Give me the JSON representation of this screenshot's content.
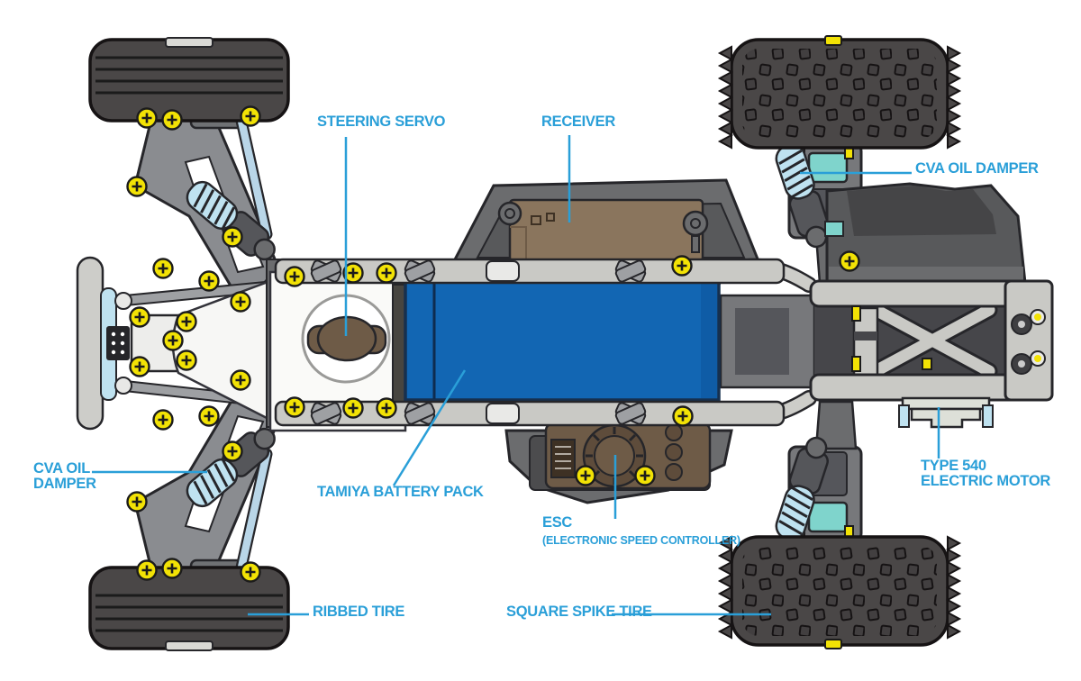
{
  "colors": {
    "label_blue": "#2A9FD8",
    "battery_blue": "#1266B3",
    "tire_gray": "#4A4747",
    "suspension_gray": "#8A8C90",
    "rail_gray": "#C9C9C5",
    "damper_spring_blue": "#BFE2F0",
    "tie_rod_blue": "#B9D6E8",
    "screw_yellow": "#F2E205",
    "receiver_brown": "#8A755D",
    "esc_brown": "#6E5B47",
    "servo_horn_brown": "#6E5B47",
    "teal_accent": "#7FD4CC",
    "background": "#FFFFFF"
  },
  "labels": {
    "steering_servo": {
      "text": "STEERING SERVO"
    },
    "receiver": {
      "text": "RECEIVER"
    },
    "cva_oil_damper_right": {
      "text": "CVA OIL DAMPER"
    },
    "cva_oil_damper_left": {
      "line1": "CVA OIL",
      "line2": "DAMPER"
    },
    "tamiya_battery_pack": {
      "text": "TAMIYA BATTERY PACK"
    },
    "esc": {
      "title": "ESC",
      "subtitle": "(ELECTRONIC SPEED CONTROLLER)"
    },
    "type_540_electric_motor": {
      "line1": "TYPE 540",
      "line2": "ELECTRIC MOTOR"
    },
    "ribbed_tire": {
      "text": "RIBBED TIRE"
    },
    "square_spike_tire": {
      "text": "SQUARE SPIKE TIRE"
    }
  }
}
